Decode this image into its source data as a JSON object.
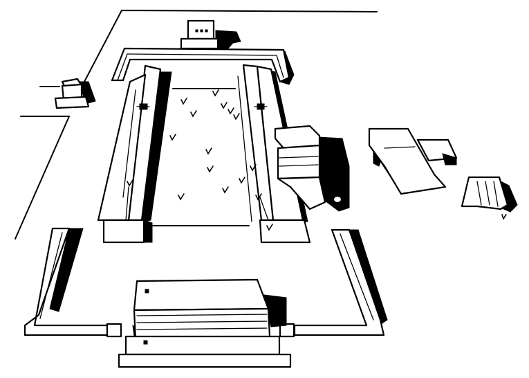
{
  "colors": {
    "ink": "#000000",
    "paper": "#ffffff"
  },
  "figure": {
    "elements": [
      {
        "id": "site-boundary",
        "kind": "ground-line"
      },
      {
        "id": "north-gate",
        "kind": "gatehouse"
      },
      {
        "id": "outer-enclosure-north",
        "kind": "wall"
      },
      {
        "id": "outer-enclosure-south",
        "kind": "wall"
      },
      {
        "id": "west-colonnade",
        "kind": "long-platform"
      },
      {
        "id": "east-colonnade",
        "kind": "long-platform"
      },
      {
        "id": "central-courtyard",
        "kind": "open-court"
      },
      {
        "id": "east-pavilion",
        "kind": "building"
      },
      {
        "id": "south-hall",
        "kind": "main-hall"
      },
      {
        "id": "west-shrine",
        "kind": "small-building"
      },
      {
        "id": "east-annex",
        "kind": "building"
      },
      {
        "id": "far-east-ruin",
        "kind": "ruin"
      }
    ]
  }
}
